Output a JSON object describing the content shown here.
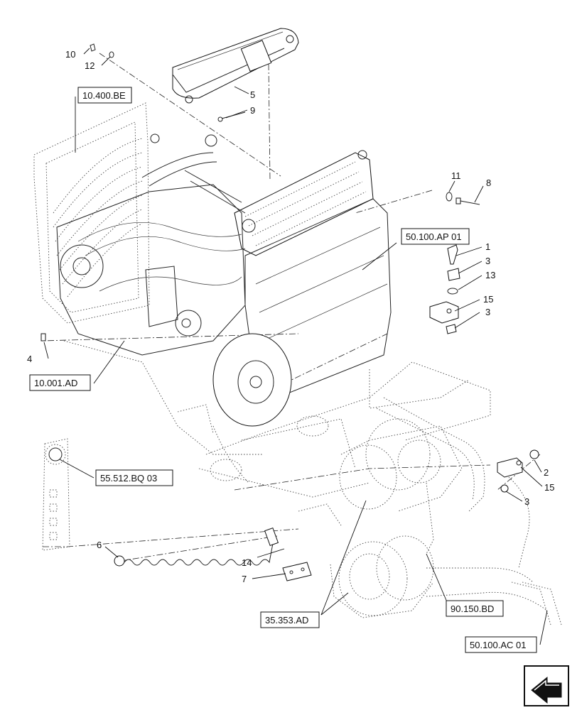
{
  "diagram": {
    "callouts": [
      {
        "id": "c10",
        "label": "10"
      },
      {
        "id": "c12",
        "label": "12"
      },
      {
        "id": "c5",
        "label": "5"
      },
      {
        "id": "c9",
        "label": "9"
      },
      {
        "id": "c11",
        "label": "11"
      },
      {
        "id": "c8",
        "label": "8"
      },
      {
        "id": "c1",
        "label": "1"
      },
      {
        "id": "c3a",
        "label": "3"
      },
      {
        "id": "c13",
        "label": "13"
      },
      {
        "id": "c15a",
        "label": "15"
      },
      {
        "id": "c3b",
        "label": "3"
      },
      {
        "id": "c4",
        "label": "4"
      },
      {
        "id": "c2",
        "label": "2"
      },
      {
        "id": "c15b",
        "label": "15"
      },
      {
        "id": "c3c",
        "label": "3"
      },
      {
        "id": "c6",
        "label": "6"
      },
      {
        "id": "c14",
        "label": "14"
      },
      {
        "id": "c7",
        "label": "7"
      }
    ],
    "references": [
      {
        "id": "r1",
        "label": "10.400.BE"
      },
      {
        "id": "r2",
        "label": "50.100.AP 01"
      },
      {
        "id": "r3",
        "label": "10.001.AD"
      },
      {
        "id": "r4",
        "label": "55.512.BQ 03"
      },
      {
        "id": "r5",
        "label": "35.353.AD"
      },
      {
        "id": "r6",
        "label": "90.150.BD"
      },
      {
        "id": "r7",
        "label": "50.100.AC 01"
      }
    ],
    "nav_icon": "next-page-arrow-icon"
  }
}
